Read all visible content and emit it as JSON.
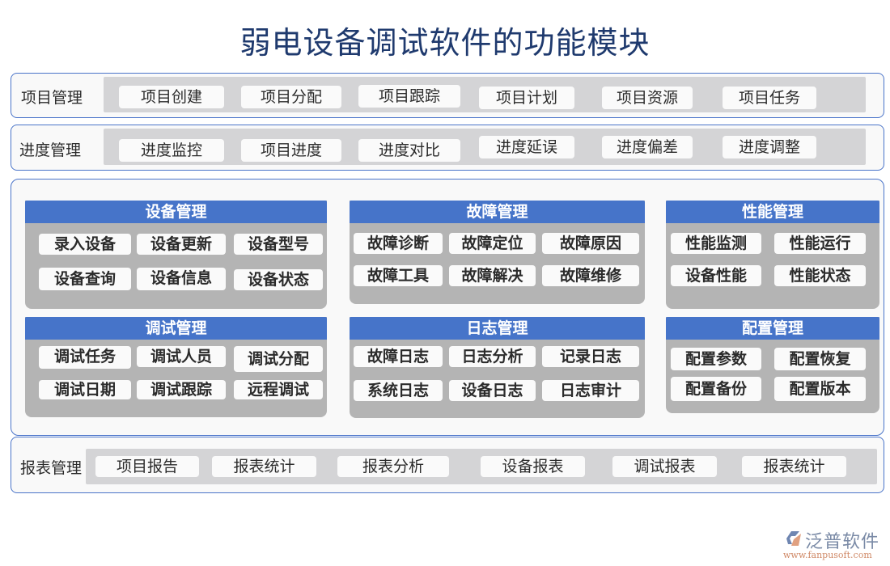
{
  "title": "弱电设备调试软件的功能模块",
  "project_mgmt": {
    "label": "项目管理",
    "items": [
      "项目创建",
      "项目分配",
      "项目跟踪",
      "项目计划",
      "项目资源",
      "项目任务"
    ]
  },
  "progress_mgmt": {
    "label": "进度管理",
    "items": [
      "进度监控",
      "项目进度",
      "进度对比",
      "进度延误",
      "进度偏差",
      "进度调整"
    ]
  },
  "panels": {
    "device": {
      "title": "设备管理",
      "items": [
        "录入设备",
        "设备更新",
        "设备型号",
        "设备查询",
        "设备信息",
        "设备状态"
      ]
    },
    "fault": {
      "title": "故障管理",
      "items": [
        "故障诊断",
        "故障定位",
        "故障原因",
        "故障工具",
        "故障解决",
        "故障维修"
      ]
    },
    "performance": {
      "title": "性能管理",
      "items": [
        "性能监测",
        "性能运行",
        "设备性能",
        "性能状态"
      ]
    },
    "debug": {
      "title": "调试管理",
      "items": [
        "调试任务",
        "调试人员",
        "调试分配",
        "调试日期",
        "调试跟踪",
        "远程调试"
      ]
    },
    "log": {
      "title": "日志管理",
      "items": [
        "故障日志",
        "日志分析",
        "记录日志",
        "系统日志",
        "设备日志",
        "日志审计"
      ]
    },
    "config": {
      "title": "配置管理",
      "items": [
        "配置参数",
        "配置恢复",
        "配置备份",
        "配置版本"
      ]
    }
  },
  "report_mgmt": {
    "label": "报表管理",
    "items": [
      "项目报告",
      "报表统计",
      "报表分析",
      "设备报表",
      "调试报表",
      "报表统计"
    ]
  },
  "logo": {
    "name": "泛普软件",
    "url": "www.fanpusoft.com",
    "icon": "fanpu-logo-icon"
  },
  "colors": {
    "accent_blue": "#4674c9",
    "title_navy": "#1f3a6e",
    "panel_gray": "#b4b4b4",
    "strip_gray": "#d4d4d6"
  }
}
